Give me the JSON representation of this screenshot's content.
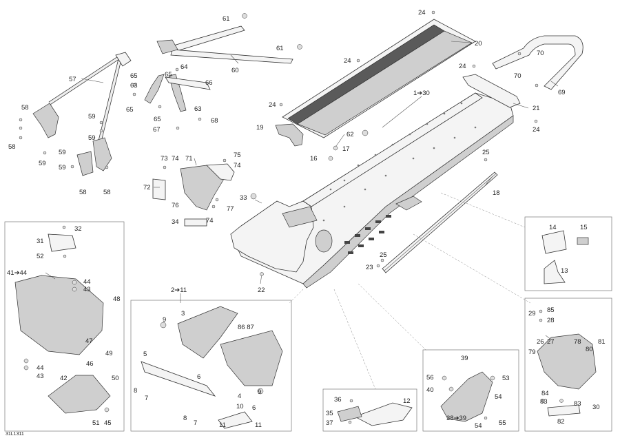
{
  "diagram": {
    "code": "31L1311",
    "labels": [
      "1➔30",
      "2➔11",
      "3",
      "4",
      "5",
      "6",
      "7",
      "8",
      "9",
      "10",
      "11",
      "12",
      "13",
      "14",
      "15",
      "16",
      "17",
      "18",
      "19",
      "20",
      "21",
      "22",
      "23",
      "24",
      "25",
      "26",
      "27",
      "28",
      "29",
      "30",
      "31",
      "32",
      "33",
      "34",
      "35",
      "36",
      "37",
      "38➔39",
      "39",
      "40",
      "41➔44",
      "42",
      "43",
      "44",
      "45",
      "46",
      "47",
      "48",
      "49",
      "50",
      "51",
      "52",
      "53",
      "54",
      "55",
      "56",
      "57",
      "58",
      "59",
      "60",
      "61",
      "62",
      "63",
      "64",
      "65",
      "66",
      "67",
      "68",
      "69",
      "70",
      "71",
      "72",
      "73",
      "74",
      "75",
      "76",
      "77",
      "78",
      "79",
      "80",
      "81",
      "82",
      "83",
      "84",
      "85",
      "86",
      "87"
    ]
  }
}
